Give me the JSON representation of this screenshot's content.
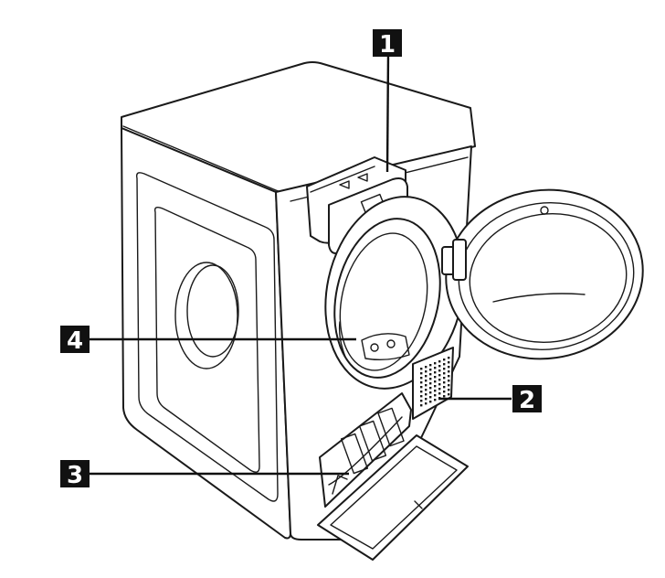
{
  "callouts": [
    {
      "label": "1",
      "name": "water-container-callout"
    },
    {
      "label": "2",
      "name": "air-vents-callout"
    },
    {
      "label": "3",
      "name": "heat-exchanger-cover-callout"
    },
    {
      "label": "4",
      "name": "drum-filter-callout"
    }
  ],
  "colors": {
    "ink": "#1a1a1a",
    "badge": "#111111",
    "background": "#ffffff"
  }
}
